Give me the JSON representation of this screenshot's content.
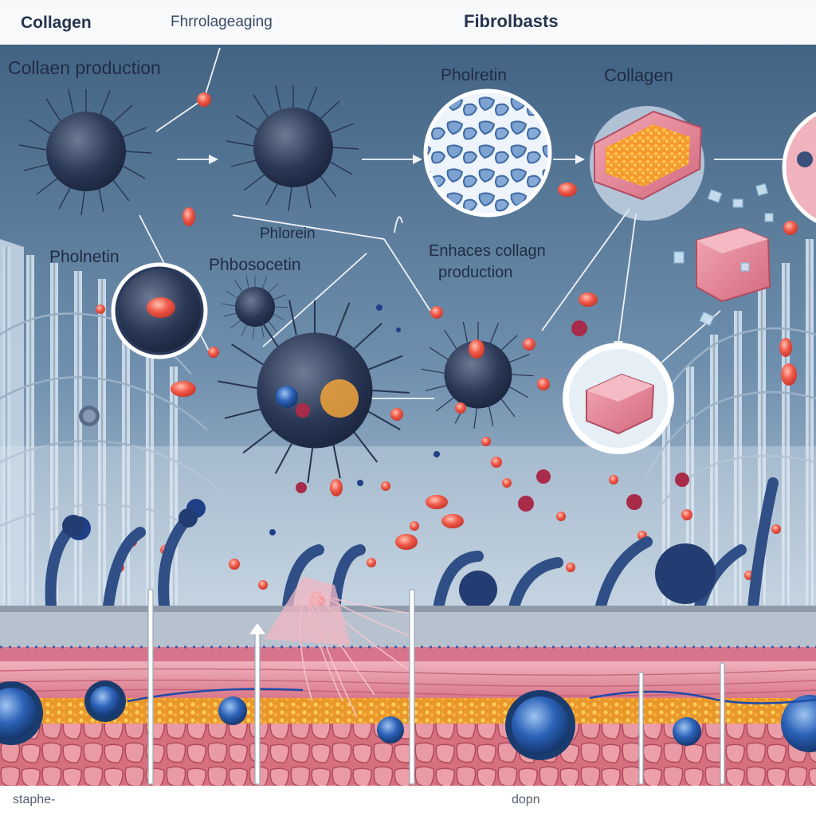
{
  "labels": {
    "top_collagen": "Collagen",
    "top_fhrrolageaging": "Fhrrolageaging",
    "top_fibrolbasts": "Fibrolbasts",
    "collaen_production": "Collaen production",
    "pholretin": "Pholretin",
    "collagen_mid": "Collagen",
    "phlorein": "Phlorein",
    "pholnetin": "Pholnetin",
    "phbosocetin": "Phbosocetin",
    "enhances_line1": "Enhaces collagn",
    "enhances_line2": "production",
    "bottom_staphe": "staphe-",
    "bottom_dopn": "dopn"
  },
  "colors": {
    "sky_top": "#3d5d7e",
    "sky_mid": "#6f8fae",
    "sky_bottom": "#d7e3ec",
    "cell_dark": "#1f2d4a",
    "cell_blue": "#24498a",
    "pink_tissue": "#e9a2ad",
    "pink_deep": "#c85b70",
    "fat_orange": "#f2a43a",
    "red_dot": "#f0534a",
    "scaffold": "#c3d3e3",
    "label_text": "#2a3550"
  }
}
